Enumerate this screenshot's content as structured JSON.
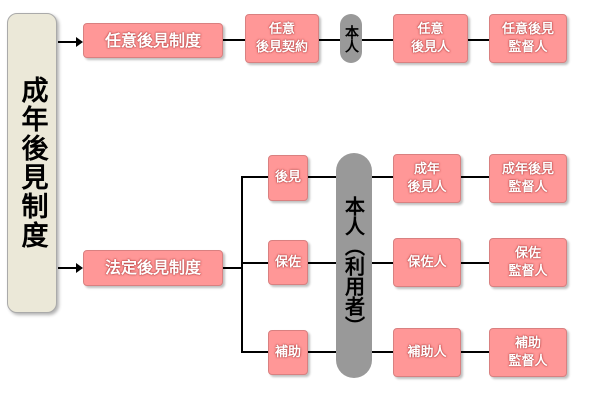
{
  "root": "成年後見制度",
  "voluntary": {
    "title": "任意後見制度",
    "contract": "任意\n後見契約",
    "person": "本人",
    "guardian": "任意\n後見人",
    "supervisor": "任意後見\n監督人"
  },
  "legal": {
    "title": "法定後見制度",
    "person": "本人（利用者）",
    "rows": [
      {
        "type": "後見",
        "guardian": "成年\n後見人",
        "supervisor": "成年後見\n監督人"
      },
      {
        "type": "保佐",
        "guardian": "保佐人",
        "supervisor": "保佐\n監督人"
      },
      {
        "type": "補助",
        "guardian": "補助人",
        "supervisor": "補助\n監督人"
      }
    ]
  }
}
